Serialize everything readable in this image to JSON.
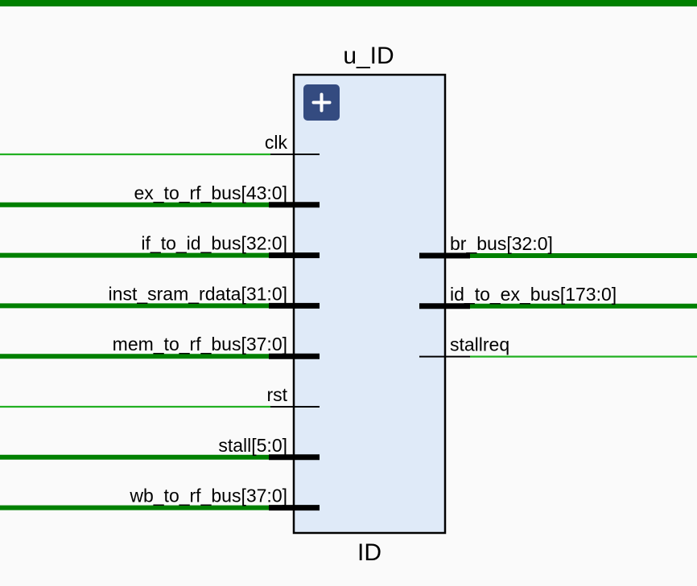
{
  "instance": {
    "name": "u_ID",
    "module": "ID",
    "expand_icon": "plus-icon"
  },
  "colors": {
    "background": "#fafafa",
    "wire_bus": "#008000",
    "wire_single": "#22b022",
    "top_bus": "#008000",
    "block_fill": "#dfeaf8",
    "block_border": "#000000",
    "pin_stub": "#000000",
    "expand_button": "#344b80"
  },
  "inputs": [
    {
      "label": "clk",
      "bus": false
    },
    {
      "label": "ex_to_rf_bus[43:0]",
      "bus": true
    },
    {
      "label": "if_to_id_bus[32:0]",
      "bus": true
    },
    {
      "label": "inst_sram_rdata[31:0]",
      "bus": true
    },
    {
      "label": "mem_to_rf_bus[37:0]",
      "bus": true
    },
    {
      "label": "rst",
      "bus": false
    },
    {
      "label": "stall[5:0]",
      "bus": true
    },
    {
      "label": "wb_to_rf_bus[37:0]",
      "bus": true
    }
  ],
  "outputs": [
    {
      "label": "br_bus[32:0]",
      "bus": true
    },
    {
      "label": "id_to_ex_bus[173:0]",
      "bus": true
    },
    {
      "label": "stallreq",
      "bus": false
    }
  ]
}
